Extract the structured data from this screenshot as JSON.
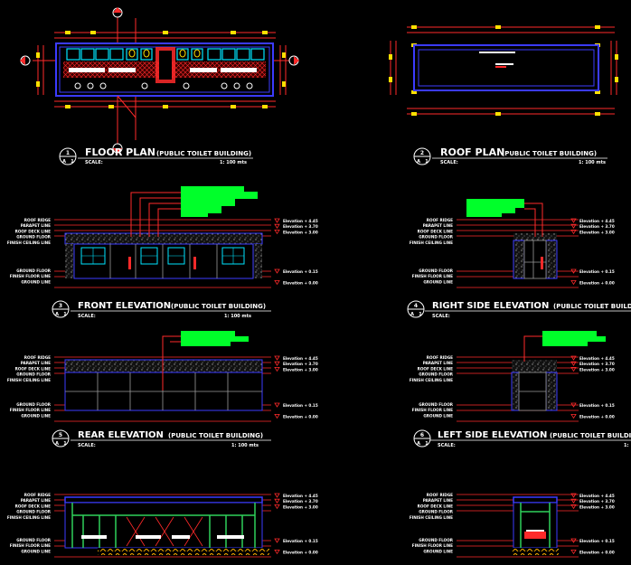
{
  "titles": {
    "floor_plan": {
      "num": "1",
      "ref": "A",
      "sheet": "1",
      "title": "FLOOR PLAN",
      "subtitle": "(PUBLIC TOILET BUILDING)",
      "scale_label": "SCALE:",
      "scale_value": "1: 100 mts"
    },
    "roof_plan": {
      "num": "2",
      "ref": "A",
      "sheet": "1",
      "title": "ROOF PLAN",
      "subtitle": "(PUBLIC TOILET BUILDING)",
      "scale_label": "SCALE:",
      "scale_value": "1: 100 mts"
    },
    "front_elevation": {
      "num": "3",
      "ref": "A",
      "sheet": "1",
      "title": "FRONT ELEVATION",
      "subtitle": "(PUBLIC TOILET BUILDING)",
      "scale_label": "SCALE:",
      "scale_value": "1: 100 mts"
    },
    "right_side_elevation": {
      "num": "4",
      "ref": "A",
      "sheet": "1",
      "title": "RIGHT SIDE ELEVATION",
      "subtitle": "(PUBLIC TOILET BUILDING)",
      "scale_label": "SCALE:",
      "scale_value": ""
    },
    "rear_elevation": {
      "num": "5",
      "ref": "A",
      "sheet": "1",
      "title": "REAR ELEVATION",
      "subtitle": "(PUBLIC TOILET BUILDING)",
      "scale_label": "SCALE:",
      "scale_value": "1: 100 mts"
    },
    "left_side_elevation": {
      "num": "6",
      "ref": "A",
      "sheet": "1",
      "title": "LEFT SIDE ELEVATION",
      "subtitle": "(PUBLIC TOILET BUILDING)",
      "scale_label": "SCALE:",
      "scale_value": "1:"
    }
  },
  "level_labels_left": [
    "ROOF RIDGE",
    "PARAPET LINE",
    "ROOF DECK LINE",
    "GROUND FLOOR",
    "FINISH CEILING LINE",
    "GROUND FLOOR",
    "FINISH FLOOR LINE",
    "GROUND LINE"
  ],
  "level_labels_right": [
    "Elevation + 4.45",
    "Elevation + 3.70",
    "Elevation + 3.00",
    "Elevation + 0.15",
    "Elevation + 0.00"
  ],
  "colors": {
    "background": "#000000",
    "wall": "#3b3bff",
    "glass": "#00e5ff",
    "dimension_red": "#ff2a2a",
    "marker_yellow": "#ffe000",
    "leader_green": "#00ff2a",
    "stone_fill": "#444444",
    "text": "#ffffff",
    "line_green": "#2fd15a"
  }
}
